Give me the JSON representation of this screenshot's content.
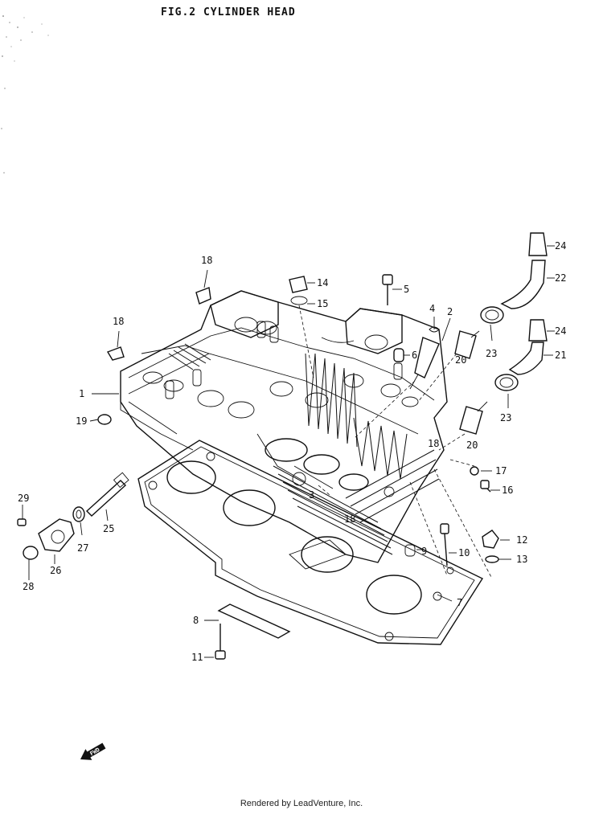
{
  "figure": {
    "title": "FIG.2  CYLINDER HEAD",
    "footer": "Rendered by LeadVenture, Inc.",
    "fwd_label": "FWD"
  },
  "callouts": [
    {
      "id": "c1",
      "label": "1"
    },
    {
      "id": "c2",
      "label": "2"
    },
    {
      "id": "c4",
      "label": "4"
    },
    {
      "id": "c5",
      "label": "5"
    },
    {
      "id": "c6",
      "label": "6"
    },
    {
      "id": "c7",
      "label": "7"
    },
    {
      "id": "c8",
      "label": "8"
    },
    {
      "id": "c9",
      "label": "9"
    },
    {
      "id": "c10",
      "label": "10"
    },
    {
      "id": "c11",
      "label": "11"
    },
    {
      "id": "c12",
      "label": "12"
    },
    {
      "id": "c13",
      "label": "13"
    },
    {
      "id": "c14",
      "label": "14"
    },
    {
      "id": "c15",
      "label": "15"
    },
    {
      "id": "c16",
      "label": "16"
    },
    {
      "id": "c17",
      "label": "17"
    },
    {
      "id": "c18a",
      "label": "18"
    },
    {
      "id": "c18b",
      "label": "18"
    },
    {
      "id": "c18c",
      "label": "18"
    },
    {
      "id": "c18d",
      "label": "18"
    },
    {
      "id": "c19",
      "label": "19"
    },
    {
      "id": "c20a",
      "label": "20"
    },
    {
      "id": "c20b",
      "label": "20"
    },
    {
      "id": "c21",
      "label": "21"
    },
    {
      "id": "c22",
      "label": "22"
    },
    {
      "id": "c23a",
      "label": "23"
    },
    {
      "id": "c23b",
      "label": "23"
    },
    {
      "id": "c24a",
      "label": "24"
    },
    {
      "id": "c24b",
      "label": "24"
    },
    {
      "id": "c25",
      "label": "25"
    },
    {
      "id": "c26",
      "label": "26"
    },
    {
      "id": "c27",
      "label": "27"
    },
    {
      "id": "c28",
      "label": "28"
    },
    {
      "id": "c29",
      "label": "29"
    },
    {
      "id": "c3",
      "label": "3"
    }
  ]
}
